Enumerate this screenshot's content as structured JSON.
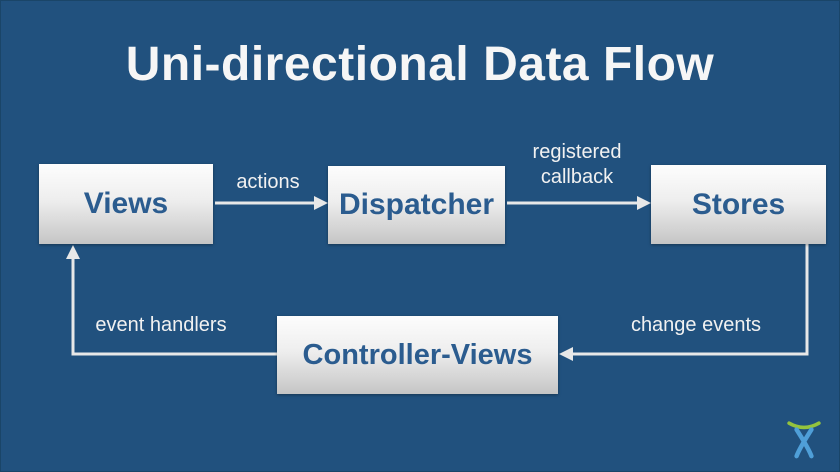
{
  "title": "Uni-directional Data Flow",
  "diagram": {
    "nodes": [
      {
        "id": "views",
        "label": "Views"
      },
      {
        "id": "dispatcher",
        "label": "Dispatcher"
      },
      {
        "id": "stores",
        "label": "Stores"
      },
      {
        "id": "controller-views",
        "label": "Controller-Views"
      }
    ],
    "edges": [
      {
        "from": "views",
        "to": "dispatcher",
        "label": "actions"
      },
      {
        "from": "dispatcher",
        "to": "stores",
        "label": "registered callback"
      },
      {
        "from": "stores",
        "to": "controller-views",
        "label": "change events"
      },
      {
        "from": "controller-views",
        "to": "views",
        "label": "event handlers"
      }
    ]
  },
  "icons": {
    "logo": "atlassian-logo"
  },
  "colors": {
    "background": "#21517E",
    "title_text": "#F6F6F6",
    "node_text": "#2B5C8F",
    "node_fill_top": "#FDFDFD",
    "node_fill_bottom": "#C5C5C5",
    "connector": "#E8E8E8",
    "edge_label_text": "#F1F1F1",
    "logo_blue": "#4F9FD8",
    "logo_green": "#94C33D"
  }
}
